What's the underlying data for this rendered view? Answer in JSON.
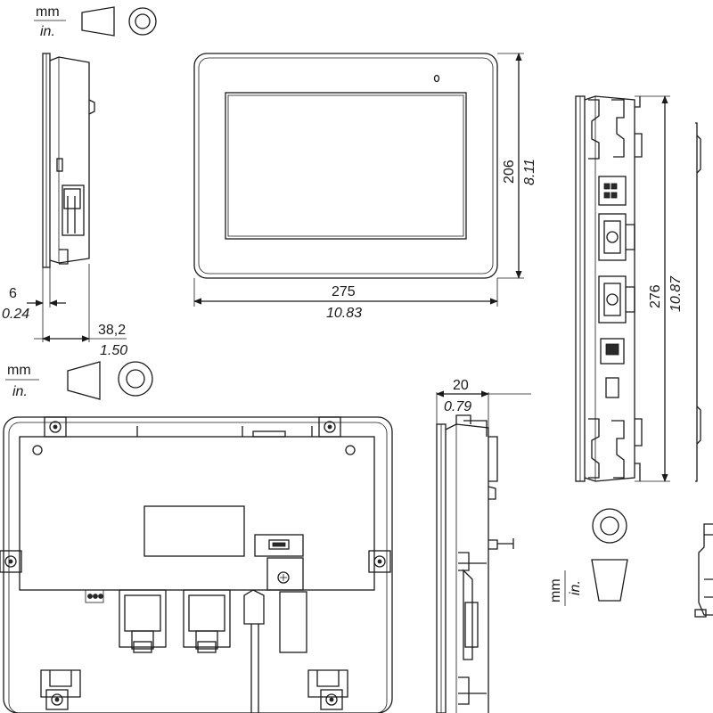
{
  "unit_legends": {
    "mm": "mm",
    "in": "in."
  },
  "front_view": {
    "width_mm": "275",
    "width_in": "10.83",
    "height_mm": "206",
    "height_in": "8.11"
  },
  "left_side_view": {
    "bezel_thickness_mm": "6",
    "bezel_thickness_in": "0.24",
    "total_depth_mm": "38,2",
    "total_depth_in": "1.50"
  },
  "right_side_view": {
    "height_mm": "276",
    "height_in": "10.87"
  },
  "mounted_side_view": {
    "depth_mm": "20",
    "depth_in": "0.79"
  },
  "colors": {
    "line": "#1a1a1a",
    "connector_fill": "#2a2a2a",
    "background": "#ffffff"
  }
}
